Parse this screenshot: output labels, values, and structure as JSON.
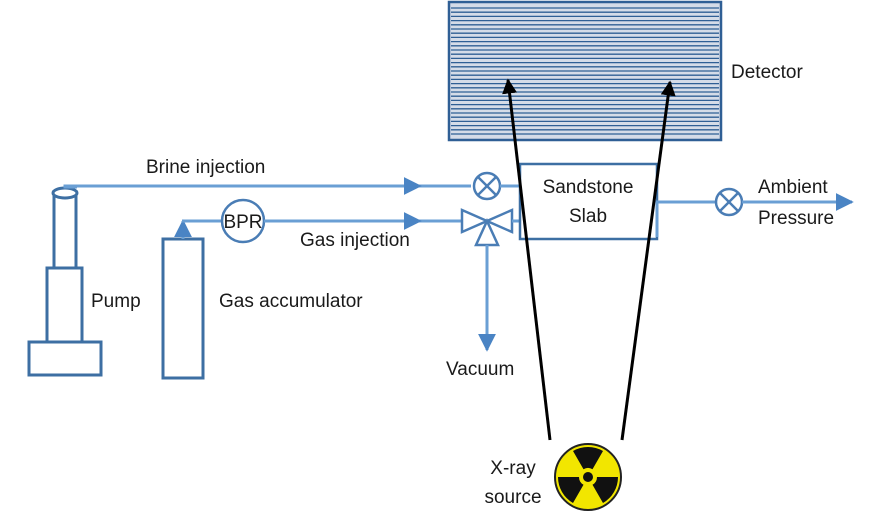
{
  "labels": {
    "detector": "Detector",
    "brine_injection": "Brine injection",
    "gas_injection": "Gas injection",
    "bpr": "BPR",
    "pump": "Pump",
    "gas_accumulator": "Gas accumulator",
    "sandstone_line1": "Sandstone",
    "sandstone_line2": "Slab",
    "ambient_line1": "Ambient",
    "ambient_line2": "Pressure",
    "vacuum": "Vacuum",
    "xray_line1": "X-ray",
    "xray_line2": "source"
  },
  "icons": {
    "valve": "circle-cross-valve-icon",
    "three_way_valve": "three-way-valve-icon",
    "radiation": "radiation-trefoil-icon"
  },
  "colors": {
    "pipe": "#6a9fd4",
    "vessel_outline": "#3d6fa3",
    "detector_fill": "#d5dce8",
    "detector_stripes": "#2f5f95",
    "beam": "#000000",
    "radiation_yellow": "#f2e600"
  }
}
